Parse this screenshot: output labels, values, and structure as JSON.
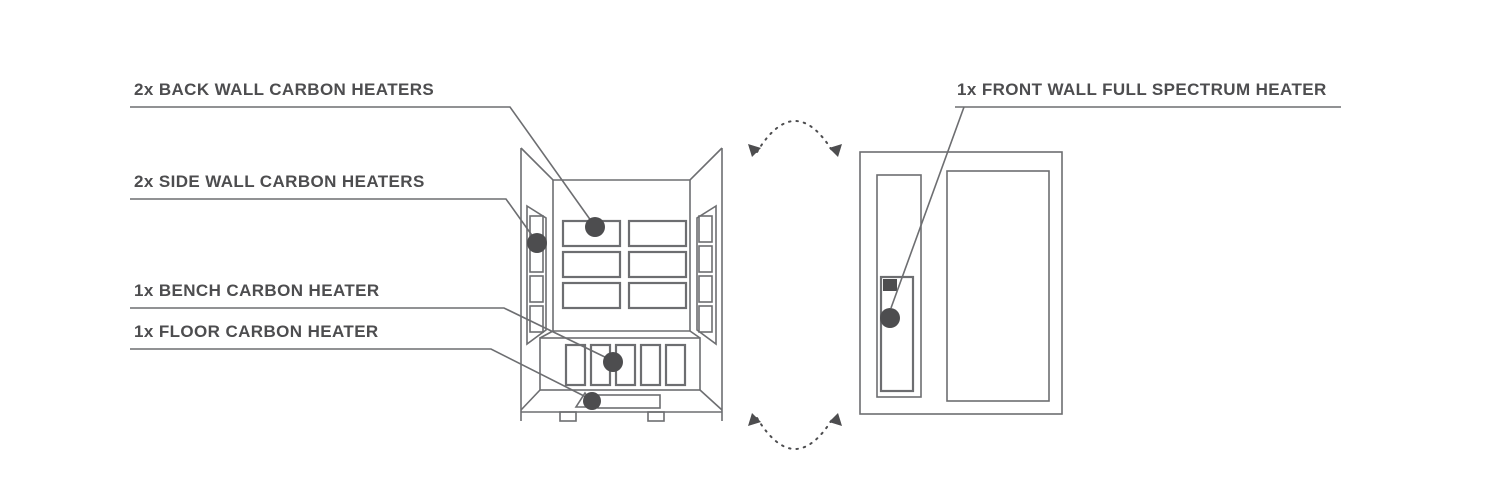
{
  "diagram": {
    "labels": {
      "back_wall": "2x BACK WALL CARBON HEATERS",
      "side_wall": "2x SIDE WALL CARBON HEATERS",
      "bench": "1x BENCH CARBON HEATER",
      "floor": "1x FLOOR CARBON HEATER",
      "front_wall": "1x FRONT WALL FULL SPECTRUM HEATER"
    },
    "colors": {
      "line": "#6d6e71",
      "ink": "#4d4d4f",
      "background": "#ffffff"
    }
  }
}
